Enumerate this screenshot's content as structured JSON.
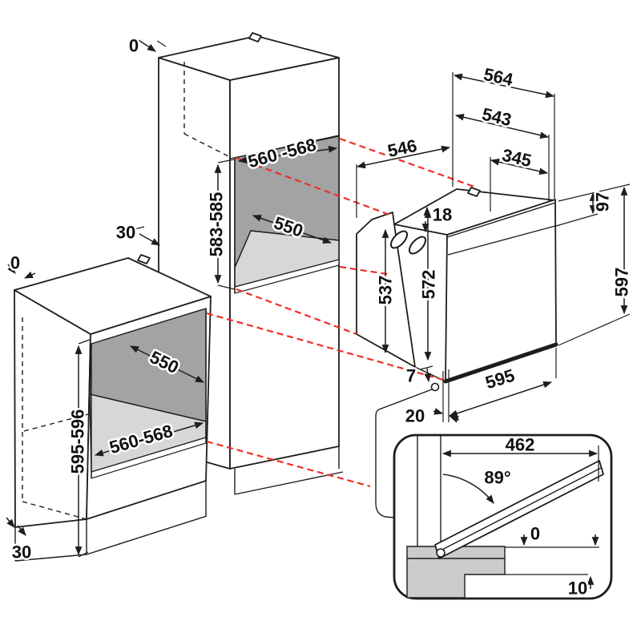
{
  "title": "Built-in oven installation dimensions diagram",
  "colors": {
    "line": "#1d1d1b",
    "red": "#ee2e24",
    "niche_wall": "#a1a3a5",
    "niche_floor": "#d6d7d9",
    "inset_grey": "#cbcbcc",
    "background": "#ffffff"
  },
  "dims": {
    "tall_unit_top_gap": "0",
    "tall_unit_back_gap": "30",
    "tall_niche_width": "560 -568",
    "tall_niche_height": "583-585",
    "tall_niche_depth": "550",
    "base_unit_top_gap": "0",
    "base_niche_depth": "550",
    "base_niche_height": "595-596",
    "base_niche_width": "560-568",
    "base_unit_bottom_gap": "30",
    "oven_total_depth": "564",
    "oven_body_depth": "543",
    "oven_depth_no_door": "546",
    "oven_min_clearance": "345",
    "oven_top_inset": "18",
    "oven_front_panel_height": "97",
    "oven_back_height": "537",
    "oven_front_height": "572",
    "oven_total_height": "597",
    "oven_bottom_clearance": "7",
    "oven_width": "595",
    "oven_bottom_gap": "20",
    "door_open_width": "462",
    "door_open_angle": "89°",
    "door_floor_clearance": "0",
    "door_plinth_clearance": "10"
  }
}
